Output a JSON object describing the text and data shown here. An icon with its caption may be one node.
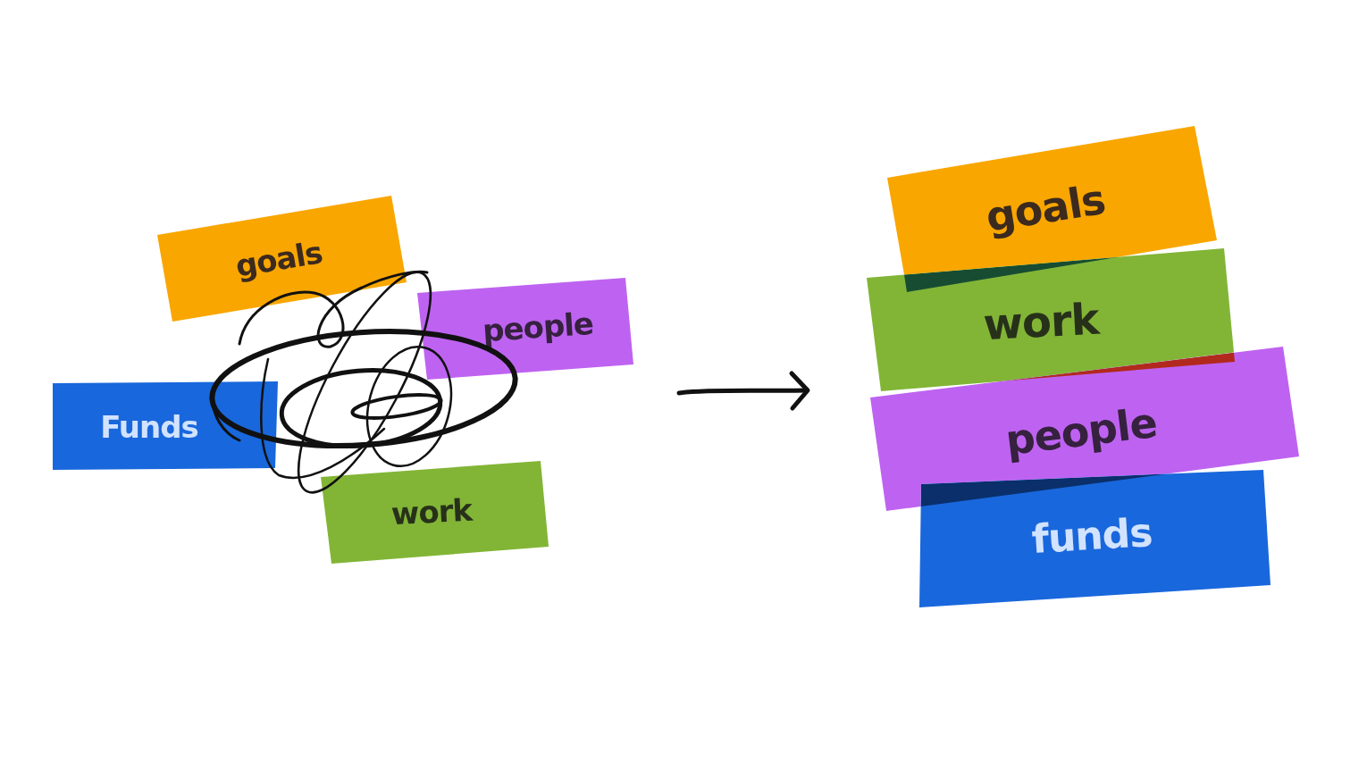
{
  "diagram": {
    "nodes": [
      {
        "text": [
          "goals"
        ]
      },
      {
        "text": [
          "people"
        ]
      },
      {
        "text": [
          "Funds"
        ]
      },
      {
        "text": [
          "work"
        ]
      },
      {
        "text": [
          "goals"
        ]
      },
      {
        "text": [
          "work"
        ]
      },
      {
        "text": [
          "people"
        ]
      },
      {
        "text": [
          "funds"
        ]
      }
    ]
  }
}
